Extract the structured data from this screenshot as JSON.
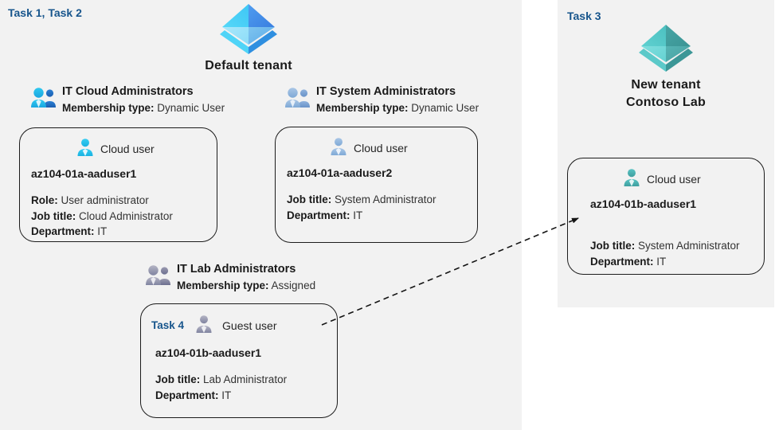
{
  "colors": {
    "panel_bg": "#f2f2f2",
    "page_bg": "#ffffff",
    "task_blue": "#17558c",
    "text_dark": "#1a1a1a",
    "text_body": "#333333",
    "card_border": "#1c1c1c",
    "tenant_default_icon": "#3fa9f5",
    "tenant_new_icon": "#4bbdbd",
    "group_cloud_icon": "#16b4e8",
    "group_system_icon": "#8fb4dd",
    "group_lab_icon": "#8a8aa0"
  },
  "left_panel": {
    "task_label": "Task 1, Task 2",
    "tenant": {
      "name": "Default tenant",
      "icon": "tenant-pyramid-icon"
    },
    "groups": [
      {
        "id": "it-cloud-administrators",
        "icon": "group-users-icon",
        "title": "IT Cloud Administrators",
        "membership_label": "Membership type:",
        "membership_value": "Dynamic User",
        "user": {
          "id": "az104-01a-aaduser1",
          "type_icon": "cloud-user-icon",
          "type_label": "Cloud user",
          "upn": "az104-01a-aaduser1",
          "attributes": [
            {
              "label": "Role:",
              "value": "User administrator"
            },
            {
              "label": "Job title:",
              "value": "Cloud Administrator"
            },
            {
              "label": "Department:",
              "value": "IT"
            }
          ]
        }
      },
      {
        "id": "it-system-administrators",
        "icon": "group-users-icon",
        "title": "IT System Administrators",
        "membership_label": "Membership type:",
        "membership_value": "Dynamic User",
        "user": {
          "id": "az104-01a-aaduser2",
          "type_icon": "cloud-user-icon",
          "type_label": "Cloud user",
          "upn": "az104-01a-aaduser2",
          "attributes": [
            {
              "label": "Job title:",
              "value": "System Administrator"
            },
            {
              "label": "Department:",
              "value": "IT"
            }
          ]
        }
      },
      {
        "id": "it-lab-administrators",
        "icon": "group-users-icon",
        "title": "IT Lab Administrators",
        "membership_label": "Membership type:",
        "membership_value": "Assigned",
        "user": {
          "id": "az104-01b-aaduser1-guest",
          "task_label": "Task 4",
          "type_icon": "guest-user-icon",
          "type_label": "Guest user",
          "upn": "az104-01b-aaduser1",
          "attributes": [
            {
              "label": "Job title:",
              "value": "Lab Administrator"
            },
            {
              "label": "Department:",
              "value": "IT"
            }
          ]
        }
      }
    ]
  },
  "right_panel": {
    "task_label": "Task 3",
    "tenant": {
      "icon": "tenant-pyramid-icon",
      "name_line1": "New  tenant",
      "name_line2": "Contoso Lab"
    },
    "user": {
      "id": "az104-01b-aaduser1-cloud",
      "type_icon": "cloud-user-icon",
      "type_label": "Cloud user",
      "upn": "az104-01b-aaduser1",
      "attributes": [
        {
          "label": "Job title:",
          "value": "System Administrator"
        },
        {
          "label": "Department:",
          "value": "IT"
        }
      ]
    }
  },
  "connector": {
    "id": "guest-to-cloud-user-arrow",
    "style": "dashed-arrow",
    "from": "az104-01b-aaduser1 (guest in IT Lab Administrators)",
    "to": "az104-01b-aaduser1 (cloud user in Contoso Lab)"
  }
}
